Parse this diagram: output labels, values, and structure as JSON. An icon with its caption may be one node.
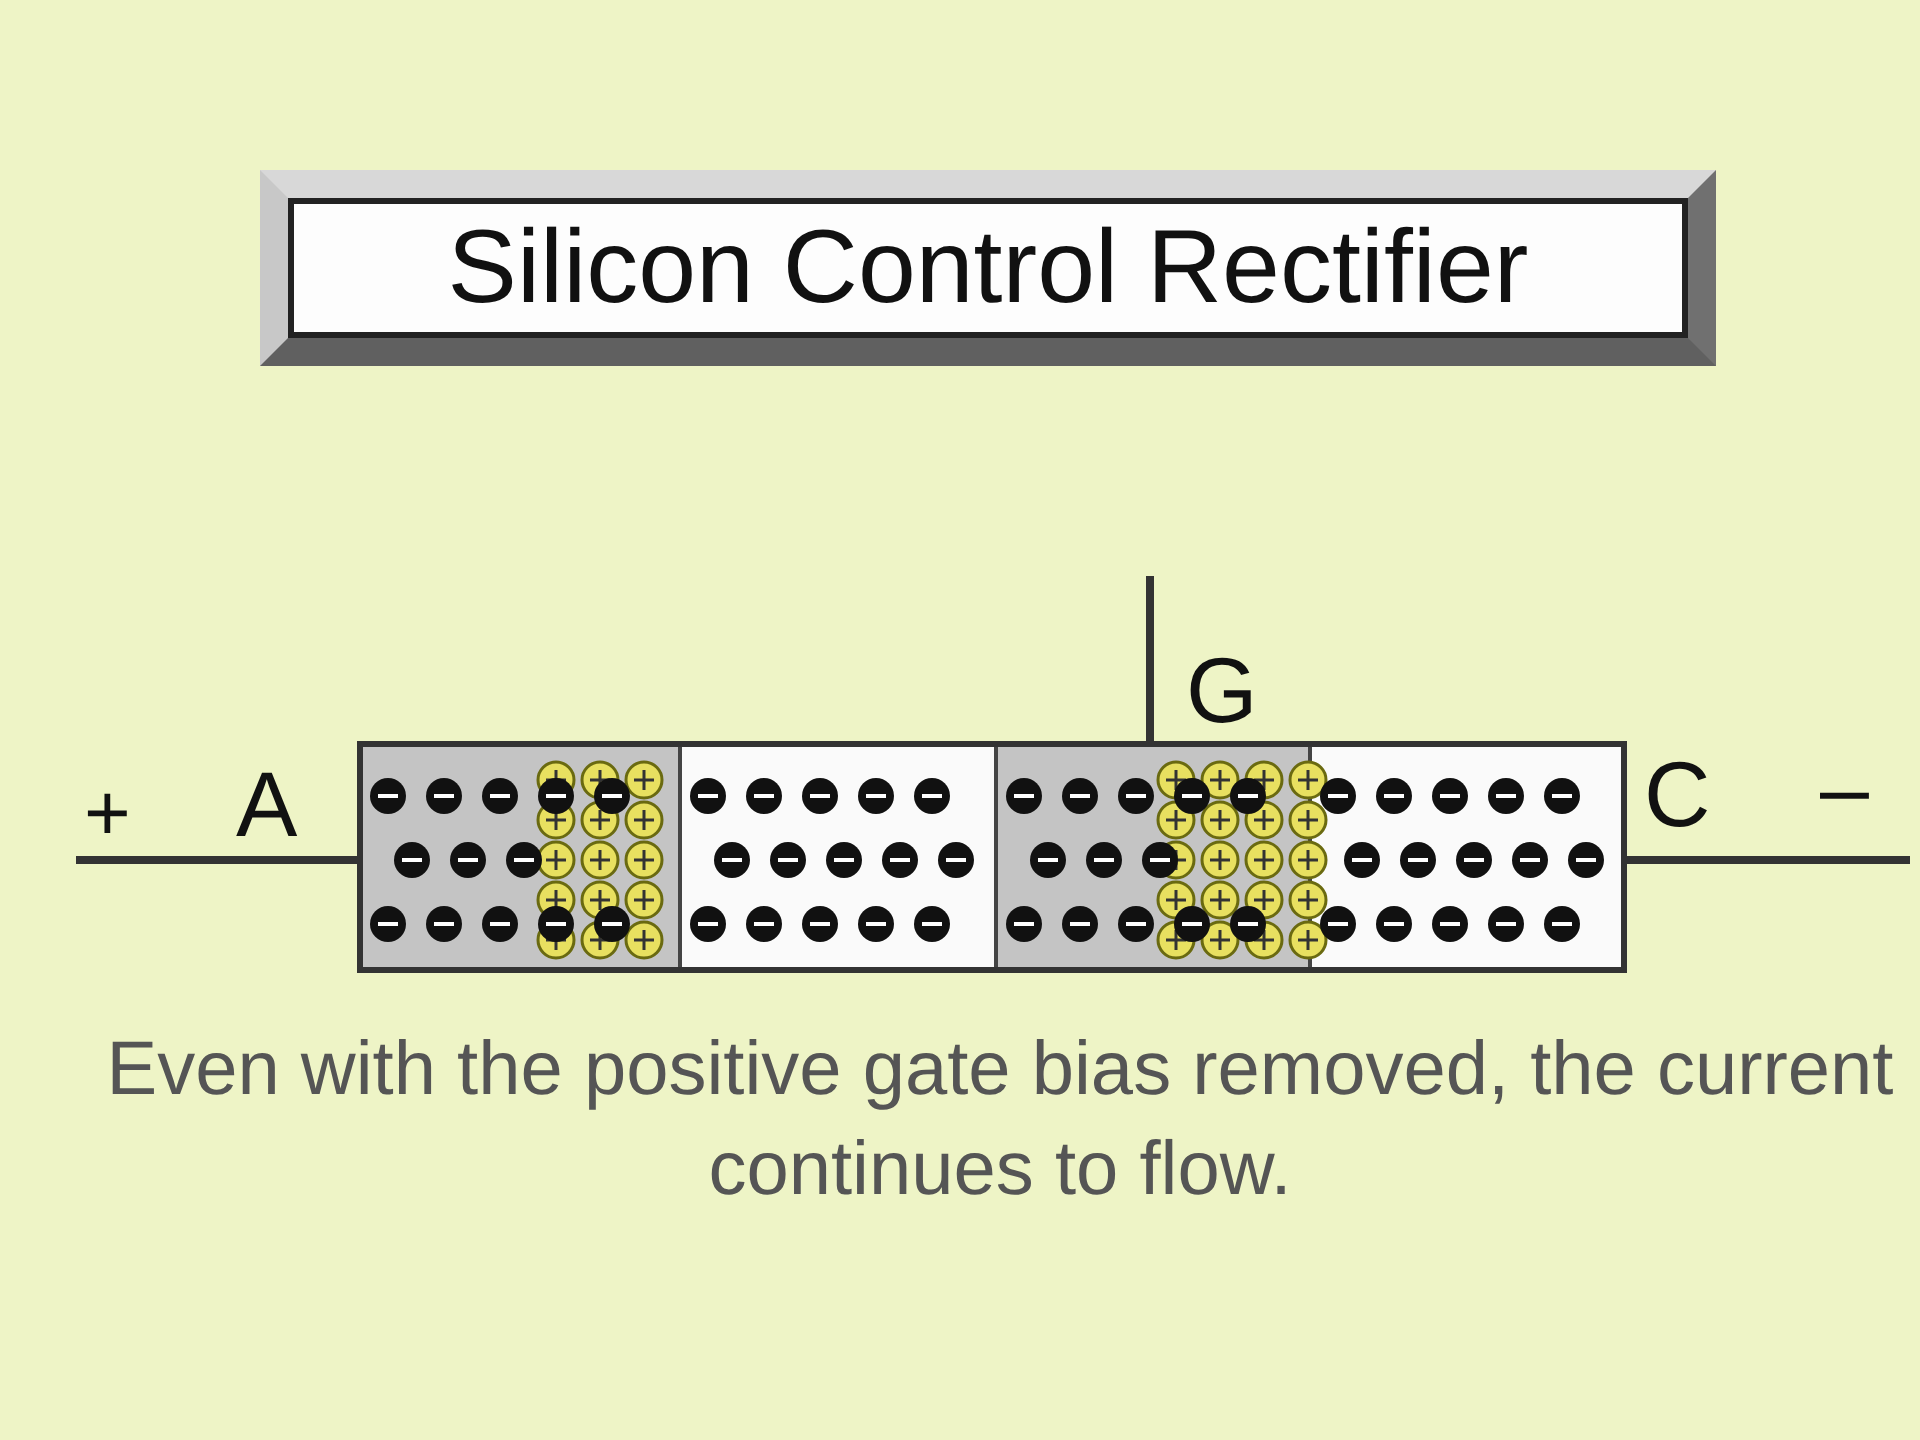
{
  "diagram": {
    "title": "Silicon Control Rectifier",
    "caption": "Even with the positive gate bias removed, the current continues to flow.",
    "labels": [
      "+",
      "A",
      "G",
      "C",
      "–"
    ]
  }
}
